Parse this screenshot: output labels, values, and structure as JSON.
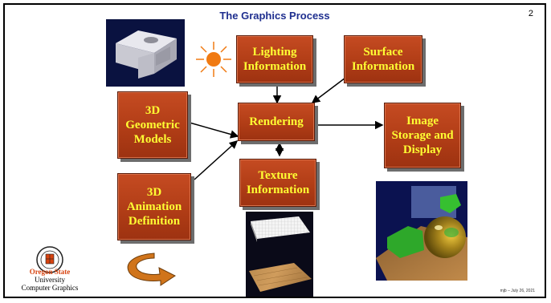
{
  "slide": {
    "title": "The Graphics Process",
    "page_number": "2",
    "footer_line1": "Oregon State",
    "footer_line2": "University",
    "footer_line3": "Computer Graphics",
    "date": "mjb – July 26, 2021"
  },
  "boxes": {
    "lighting": "Lighting\nInformation",
    "surface": "Surface\nInformation",
    "geometric": "3D\nGeometric\nModels",
    "rendering": "Rendering",
    "image_storage": "Image\nStorage and\nDisplay",
    "texture": "Texture\nInformation",
    "animation": "3D\nAnimation\nDefinition"
  },
  "colors": {
    "box_fill": "#b13d16",
    "box_text": "#ffff33",
    "title": "#1f2f8f",
    "sun": "#f07a12",
    "animation_arrow": "#d0741b"
  },
  "icons": {
    "sun": "sun-icon",
    "curved_arrow": "rotation-arrow-icon",
    "seal": "university-seal-icon"
  }
}
